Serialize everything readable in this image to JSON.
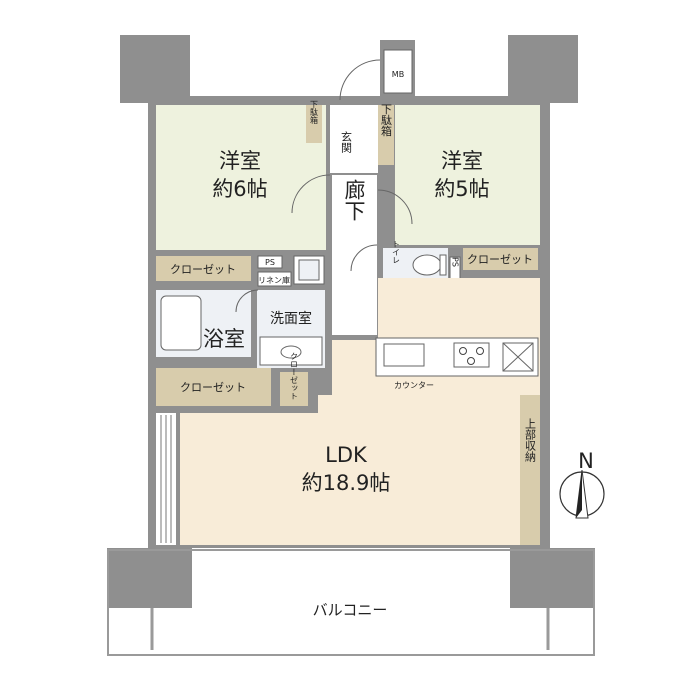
{
  "rooms": {
    "western_left": {
      "name": "洋室",
      "size": "約6帖"
    },
    "western_right": {
      "name": "洋室",
      "size": "約5帖"
    },
    "entrance": "玄関",
    "corridor": "廊下",
    "bathroom": "浴室",
    "washroom": "洗面室",
    "toilet": "トイレ",
    "ldk": {
      "name": "LDK",
      "size": "約18.9帖"
    },
    "balcony": "バルコニー"
  },
  "storage": {
    "mb": "MB",
    "shoe_box_small": "下駄箱",
    "shoe_box_large": "下駄箱",
    "closet_left_bedroom": "クローゼット",
    "closet_right_bedroom": "クローゼット",
    "closet_ldk": "クローゼット",
    "closet_small": "クローゼット",
    "linen": "リネン庫",
    "ps_left": "PS",
    "ps_right": "PS",
    "upper_storage": "上部収納"
  },
  "kitchen": {
    "counter": "カウンター"
  },
  "compass": {
    "north": "N"
  },
  "colors": {
    "wall": "#8f8f8f",
    "bedroom_floor": "#eef2de",
    "ldk_floor": "#f8ecd8",
    "wet_floor": "#eef1f5",
    "storage": "#d8ccac",
    "corridor_floor": "#ffffff"
  }
}
